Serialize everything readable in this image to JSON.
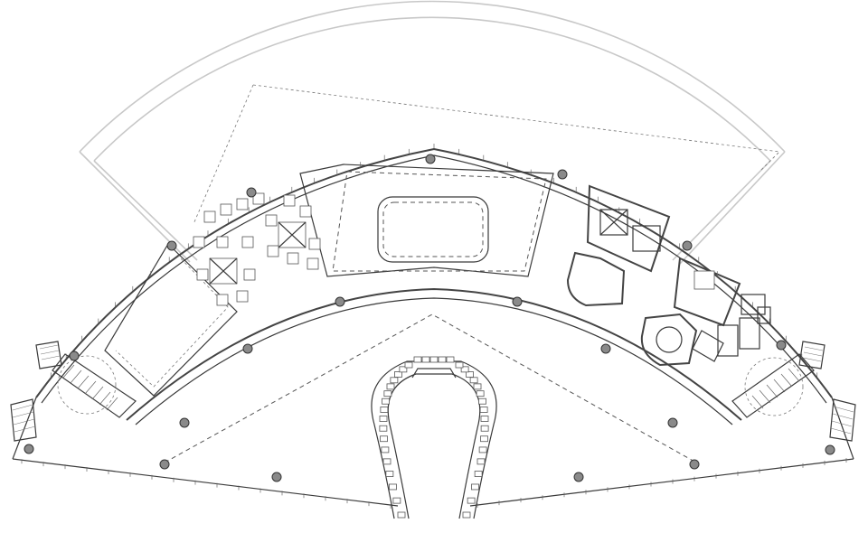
{
  "plan": {
    "kind": "architectural-floor-plan",
    "colors": {
      "background": "#ffffff",
      "line": "#3a3a3a",
      "light_line": "#c8c8c8",
      "column_fill": "#8a8a8a"
    },
    "icons": [
      "column-marker",
      "staircase",
      "furniture-group",
      "curved-seating",
      "restroom"
    ]
  }
}
